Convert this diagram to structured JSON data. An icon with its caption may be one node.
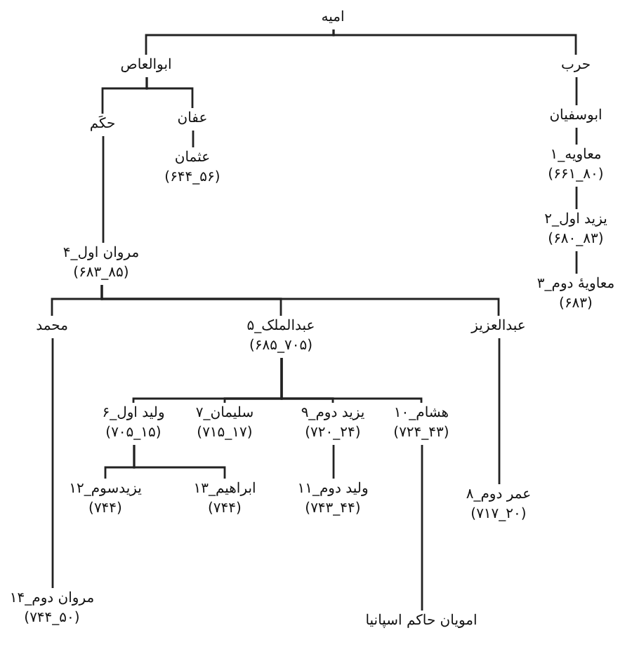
{
  "diagram": {
    "nodes": [
      {
        "text": [
          "امیه"
        ]
      },
      {
        "text": [
          "حرب"
        ]
      },
      {
        "text": [
          "ابوالعاص"
        ]
      },
      {
        "text": [
          "ابوسفیان"
        ]
      },
      {
        "text": [
          "عفان"
        ]
      },
      {
        "text": [
          "حکَم"
        ]
      },
      {
        "text": [
          "۱_معاویه",
          "(۶۶۱_۸۰)"
        ]
      },
      {
        "text": [
          "عثمان",
          "(۶۴۴_۵۶)"
        ]
      },
      {
        "text": [
          "۲_یزید اول",
          "(۶۸۰_۸۳)"
        ]
      },
      {
        "text": [
          "۳_معاویهٔ دوم",
          "(۶۸۳)"
        ]
      },
      {
        "text": [
          "۴_مروان اول",
          "(۶۸۳_۸۵)"
        ]
      },
      {
        "text": [
          "عبدالعزیز"
        ]
      },
      {
        "text": [
          "۵_عبدالملک",
          "(۶۸۵_۷۰۵)"
        ]
      },
      {
        "text": [
          "محمد"
        ]
      },
      {
        "text": [
          "۱۰_هشام",
          "(۷۲۴_۴۳)"
        ]
      },
      {
        "text": [
          "۹_یزید دوم",
          "(۷۲۰_۲۴)"
        ]
      },
      {
        "text": [
          "۷_سلیمان",
          "(۷۱۵_۱۷)"
        ]
      },
      {
        "text": [
          "۶_ولید اول",
          "(۷۰۵_۱۵)"
        ]
      },
      {
        "text": [
          "۸_عمر دوم",
          "(۷۱۷_۲۰)"
        ]
      },
      {
        "text": [
          "۱۱_ولید دوم",
          "(۷۴۳_۴۴)"
        ]
      },
      {
        "text": [
          "۱۳_ابراهیم",
          "(۷۴۴)"
        ]
      },
      {
        "text": [
          "۱۲_یزیدسوم",
          "(۷۴۴)"
        ]
      },
      {
        "text": [
          "۱۴_مروان دوم",
          "(۷۴۴_۵۰)"
        ]
      },
      {
        "text": [
          "امویان حاکم اسپانیا"
        ]
      }
    ],
    "edges": [
      {
        "from": 0,
        "to": 1,
        "arrow": "none"
      },
      {
        "from": 0,
        "to": 2,
        "arrow": "none"
      },
      {
        "from": 1,
        "to": 3,
        "arrow": "none"
      },
      {
        "from": 3,
        "to": 6,
        "arrow": "none"
      },
      {
        "from": 6,
        "to": 8,
        "arrow": "none"
      },
      {
        "from": 8,
        "to": 9,
        "arrow": "none"
      },
      {
        "from": 2,
        "to": 4,
        "arrow": "none"
      },
      {
        "from": 2,
        "to": 5,
        "arrow": "none"
      },
      {
        "from": 4,
        "to": 7,
        "arrow": "none"
      },
      {
        "from": 5,
        "to": 10,
        "arrow": "none"
      },
      {
        "from": 10,
        "to": 11,
        "arrow": "none"
      },
      {
        "from": 10,
        "to": 12,
        "arrow": "none"
      },
      {
        "from": 10,
        "to": 13,
        "arrow": "none"
      },
      {
        "from": 12,
        "to": 14,
        "arrow": "none"
      },
      {
        "from": 12,
        "to": 15,
        "arrow": "none"
      },
      {
        "from": 12,
        "to": 16,
        "arrow": "none"
      },
      {
        "from": 12,
        "to": 17,
        "arrow": "none"
      },
      {
        "from": 17,
        "to": 20,
        "arrow": "none"
      },
      {
        "from": 17,
        "to": 21,
        "arrow": "none"
      },
      {
        "from": 15,
        "to": 19,
        "arrow": "none"
      },
      {
        "from": 11,
        "to": 18,
        "arrow": "none"
      },
      {
        "from": 13,
        "to": 22,
        "arrow": "none"
      },
      {
        "from": 14,
        "to": 23,
        "arrow": "none"
      }
    ]
  }
}
